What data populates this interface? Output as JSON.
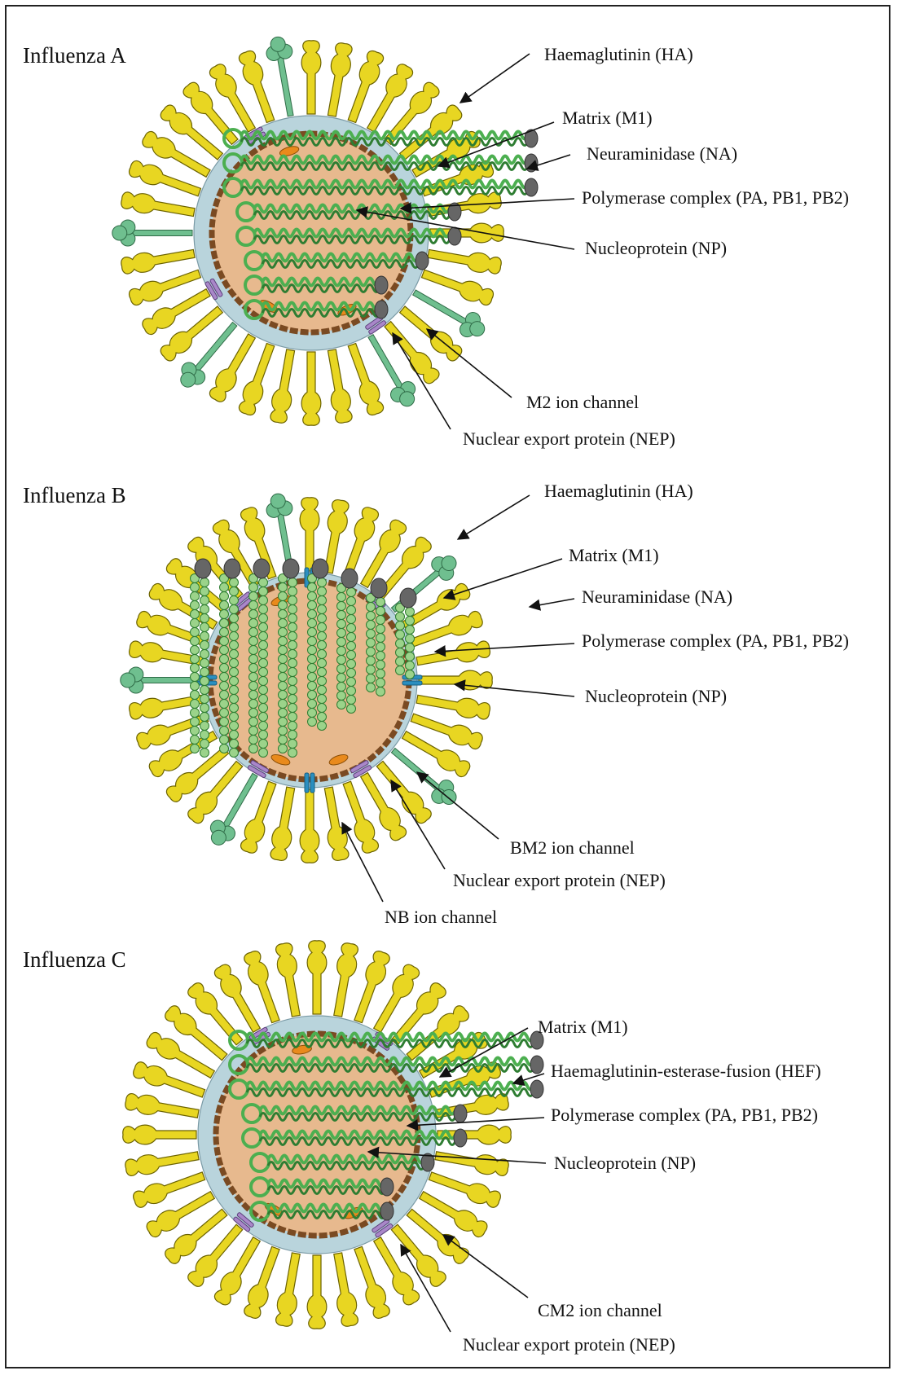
{
  "panels": [
    {
      "key": "A",
      "title": "Influenza A",
      "labels": {
        "ha": "Haemaglutinin (HA)",
        "m1": "Matrix (M1)",
        "na": "Neuraminidase (NA)",
        "pol": "Polymerase complex (PA, PB1, PB2)",
        "np": "Nucleoprotein (NP)",
        "ion": "M2 ion channel",
        "nep": "Nuclear export protein (NEP)"
      }
    },
    {
      "key": "B",
      "title": "Influenza B",
      "labels": {
        "ha": "Haemaglutinin (HA)",
        "m1": "Matrix (M1)",
        "na": "Neuraminidase (NA)",
        "pol": "Polymerase complex (PA, PB1, PB2)",
        "np": "Nucleoprotein (NP)",
        "ion": "BM2 ion channel",
        "nep": "Nuclear export protein (NEP)",
        "nb": "NB ion channel"
      }
    },
    {
      "key": "C",
      "title": "Influenza C",
      "labels": {
        "m1": "Matrix (M1)",
        "hef": "Haemaglutinin-esterase-fusion (HEF)",
        "pol": "Polymerase complex (PA, PB1, PB2)",
        "np": "Nucleoprotein (NP)",
        "ion": "CM2 ion channel",
        "nep": "Nuclear export protein (NEP)"
      }
    }
  ],
  "colors": {
    "spike": "#e8d622",
    "spike_outline": "#6b6200",
    "neuraminidase": "#6fbf8f",
    "envelope": "#b9d4dc",
    "matrix": "#7a4a22",
    "interior": "#e7b98e",
    "rnp": "#4caf50",
    "polymerase": "#666666",
    "ion_channel": "#a987c9",
    "nb_channel": "#2a8fc0",
    "nep": "#e98a1c"
  }
}
